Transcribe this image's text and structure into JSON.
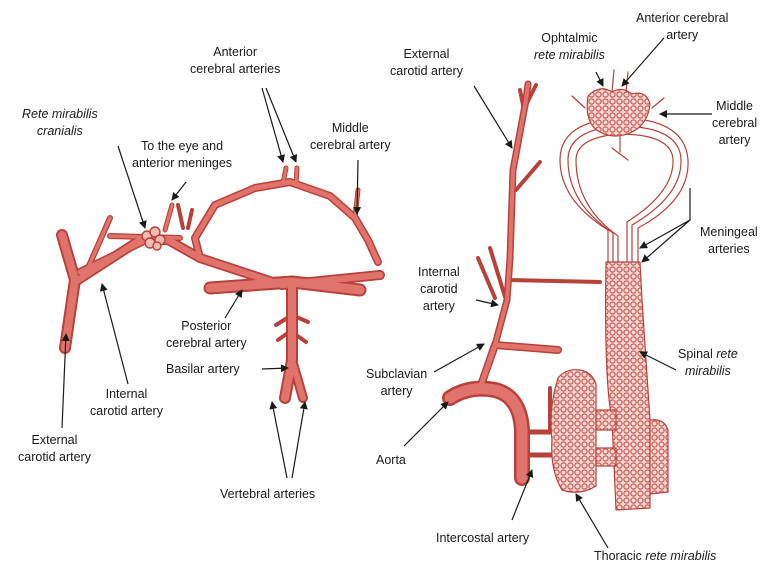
{
  "left_figure": {
    "rete_mirabilis_cranialis": [
      "Rete mirabilis",
      "cranialis"
    ],
    "to_eye": [
      "To the eye and",
      "anterior meninges"
    ],
    "anterior_cerebral": [
      "Anterior",
      "cerebral arteries"
    ],
    "middle_cerebral": [
      "Middle",
      "cerebral artery"
    ],
    "posterior_cerebral": [
      "Posterior",
      "cerebral artery"
    ],
    "basilar": "Basilar artery",
    "internal_carotid": [
      "Internal",
      "carotid artery"
    ],
    "external_carotid": [
      "External",
      "carotid artery"
    ],
    "vertebral": "Vertebral arteries"
  },
  "right_figure": {
    "external_carotid": [
      "External",
      "carotid artery"
    ],
    "ophthalmic": [
      "Ophtalmic",
      "rete mirabilis"
    ],
    "anterior_cerebral": [
      "Anterior cerebral",
      "artery"
    ],
    "middle_cerebral": [
      "Middle",
      "cerebral",
      "artery"
    ],
    "meningeal": [
      "Meningeal",
      "arteries"
    ],
    "internal_carotid": [
      "Internal",
      "carotid",
      "artery"
    ],
    "spinal_rete": [
      "Spinal",
      "rete",
      "mirabilis"
    ],
    "subclavian": [
      "Subclavian",
      "artery"
    ],
    "aorta": "Aorta",
    "intercostal": "Intercostal artery",
    "thoracic_rete": [
      "Thoracic",
      "rete mirabilis"
    ]
  },
  "colors": {
    "artery_fill": "#e0746c",
    "artery_edge": "#b8413a",
    "rete": "#d9655d",
    "text": "#1a1a1a"
  }
}
